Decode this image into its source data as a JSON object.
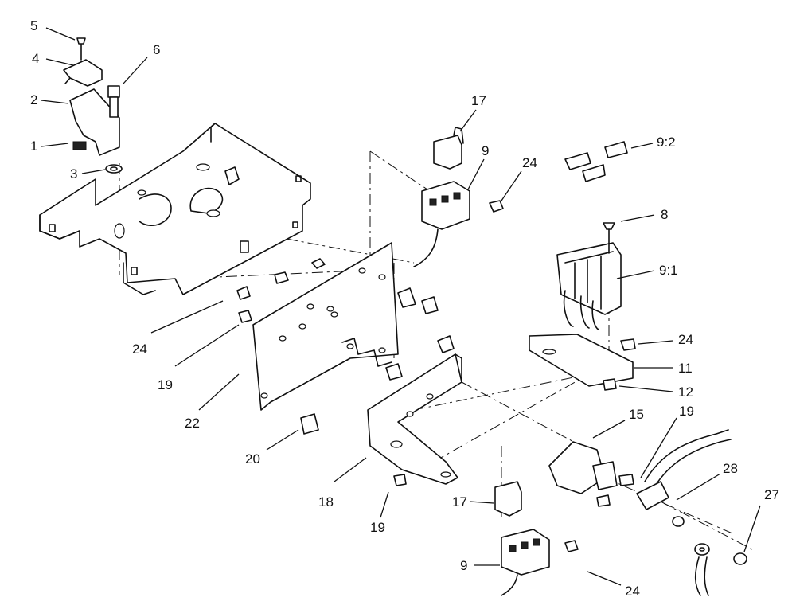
{
  "labels": {
    "l1": "1",
    "l2": "2",
    "l3": "3",
    "l4": "4",
    "l5": "5",
    "l6": "6",
    "l8": "8",
    "l9a": "9",
    "l9b": "9",
    "l9_1": "9:1",
    "l9_2": "9:2",
    "l11": "11",
    "l12": "12",
    "l15": "15",
    "l17a": "17",
    "l17b": "17",
    "l18": "18",
    "l19a": "19",
    "l19b": "19",
    "l19c": "19",
    "l20": "20",
    "l22": "22",
    "l24a": "24",
    "l24b": "24",
    "l24c": "24",
    "l24d": "24",
    "l27": "27",
    "l28": "28"
  }
}
